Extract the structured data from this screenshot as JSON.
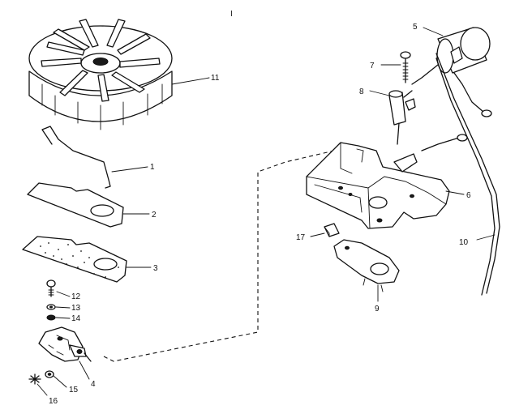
{
  "diagram": {
    "callouts": {
      "c1": "1",
      "c2": "2",
      "c3": "3",
      "c4": "4",
      "c5": "5",
      "c6": "6",
      "c7": "7",
      "c8": "8",
      "c9": "9",
      "c10": "10",
      "c11": "11",
      "c12": "12",
      "c13": "13",
      "c14": "14",
      "c15": "15",
      "c16": "16",
      "c17": "17"
    },
    "stray_mark": "I"
  }
}
